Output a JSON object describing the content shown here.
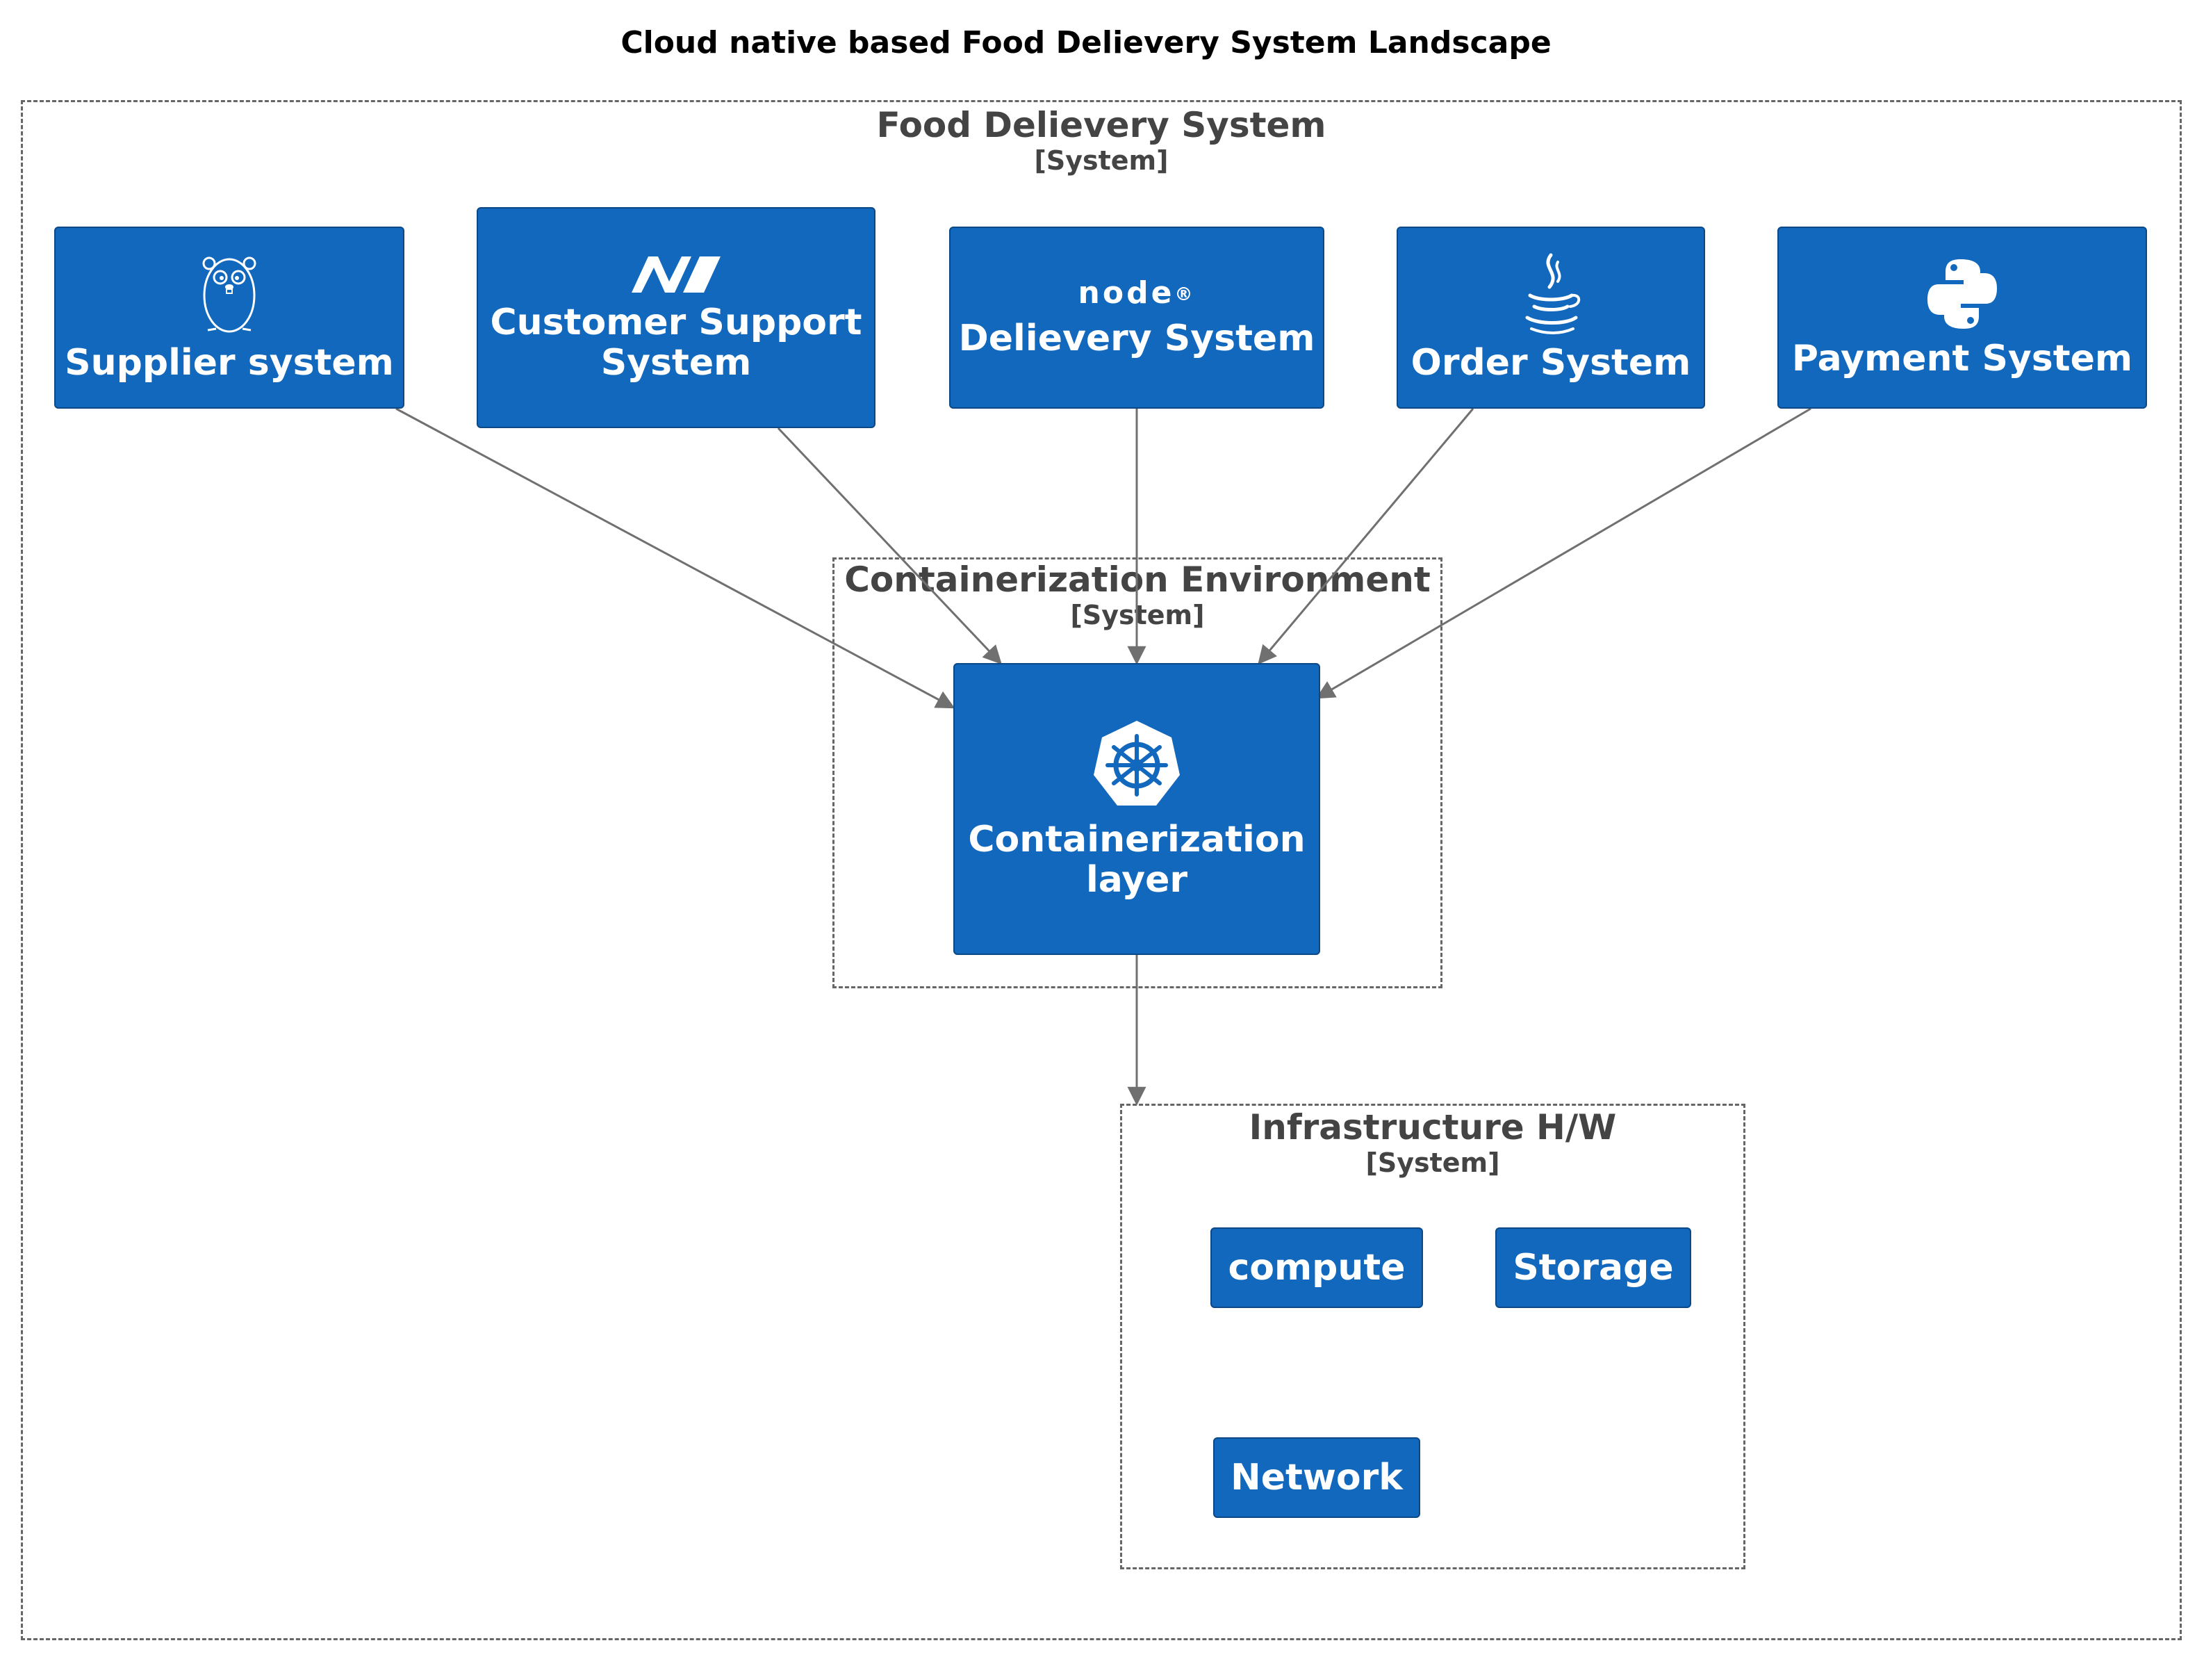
{
  "title": "Cloud native based Food Delievery System Landscape",
  "boundaries": {
    "food": {
      "name": "Food Delievery System",
      "type": "[System]"
    },
    "container": {
      "name": "Containerization Environment",
      "type": "[System]"
    },
    "infra": {
      "name": "Infrastructure H/W",
      "type": "[System]"
    }
  },
  "systems": {
    "supplier": {
      "label": "Supplier system",
      "icon": "go-gopher-icon"
    },
    "support": {
      "label": "Customer Support System",
      "icon": "dotnet-icon"
    },
    "delivery": {
      "label": "Delievery System",
      "icon": "nodejs-icon",
      "icon_text": "node"
    },
    "order": {
      "label": "Order System",
      "icon": "java-icon"
    },
    "payment": {
      "label": "Payment System",
      "icon": "python-icon"
    },
    "containerization": {
      "label": "Containerization layer",
      "icon": "kubernetes-icon"
    }
  },
  "infra_nodes": {
    "compute": "compute",
    "storage": "Storage",
    "network": "Network"
  },
  "relationships": [
    {
      "from": "Supplier system",
      "to": "Containerization layer"
    },
    {
      "from": "Customer Support System",
      "to": "Containerization layer"
    },
    {
      "from": "Delievery System",
      "to": "Containerization layer"
    },
    {
      "from": "Order System",
      "to": "Containerization layer"
    },
    {
      "from": "Payment System",
      "to": "Containerization layer"
    },
    {
      "from": "Containerization layer",
      "to": "Infrastructure H/W"
    }
  ],
  "colors": {
    "node_fill": "#1168bd",
    "node_border": "#0b4884",
    "edge": "#707070",
    "boundary": "#666666",
    "boundary_text": "#444444"
  }
}
